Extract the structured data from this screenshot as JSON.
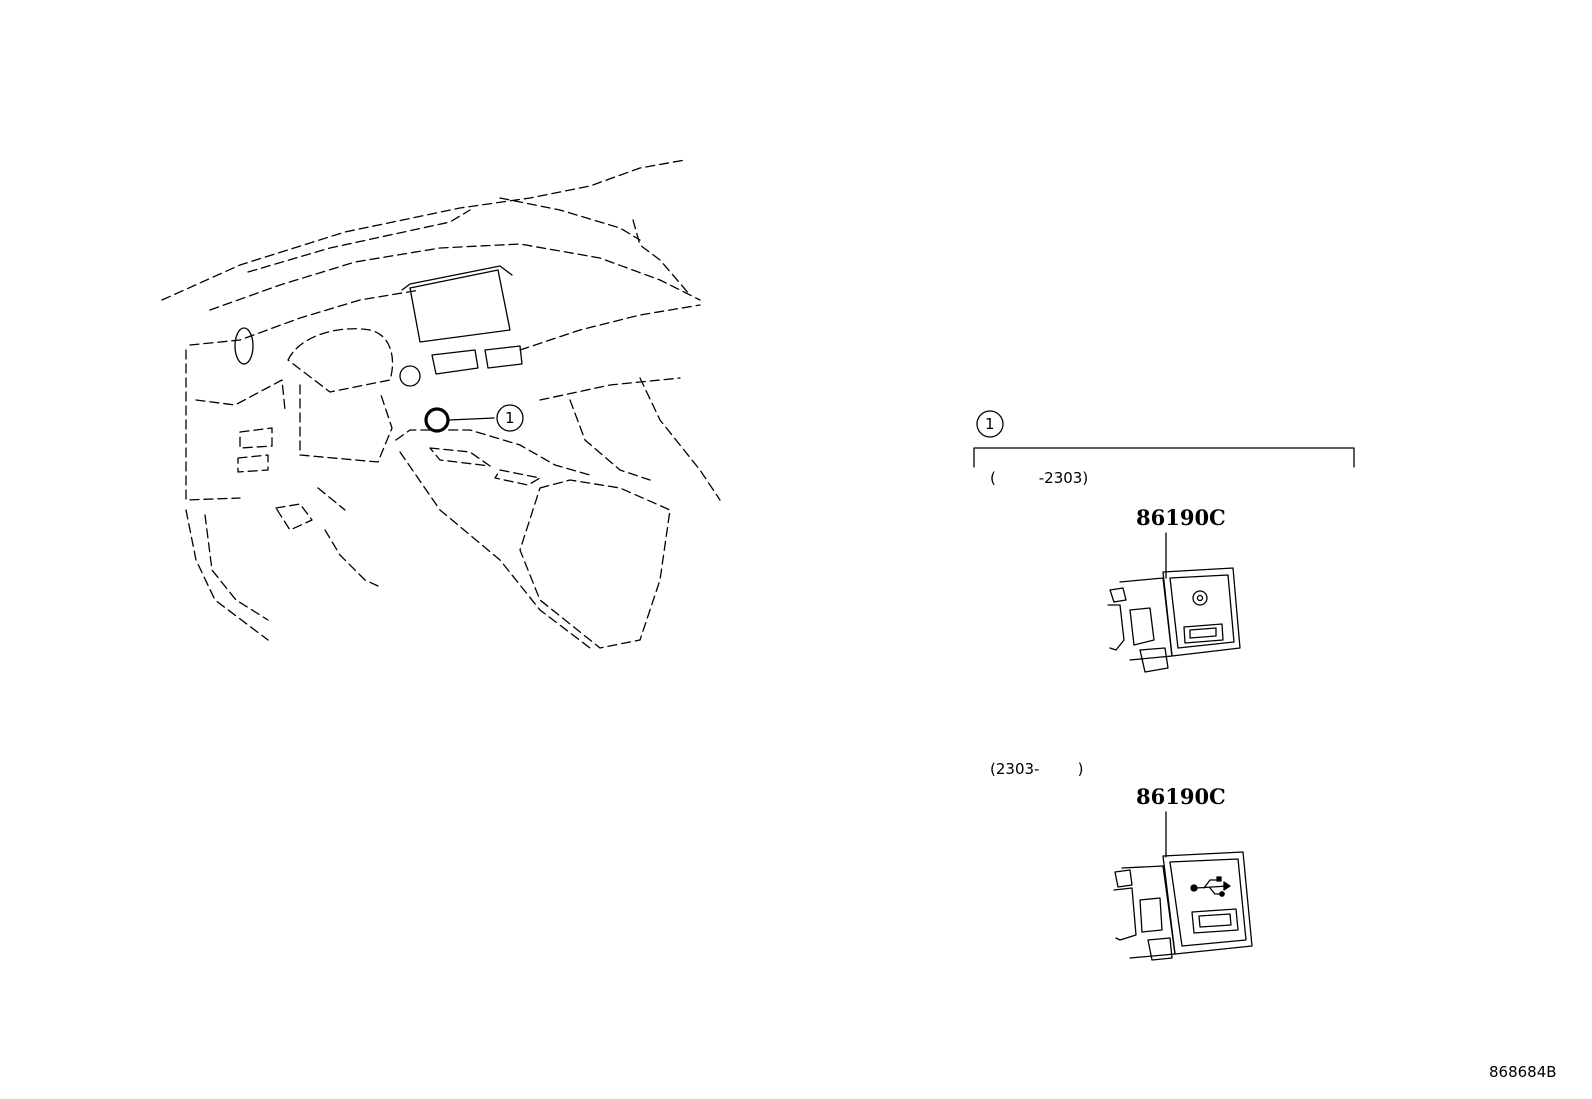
{
  "callout": {
    "number": "1"
  },
  "variants": [
    {
      "range": "(         -2303)",
      "part_number": "86190C",
      "icon": "aux-jack-icon"
    },
    {
      "range": "(2303-        )",
      "part_number": "86190C",
      "icon": "usb-icon"
    }
  ],
  "reference_code": "868684B"
}
